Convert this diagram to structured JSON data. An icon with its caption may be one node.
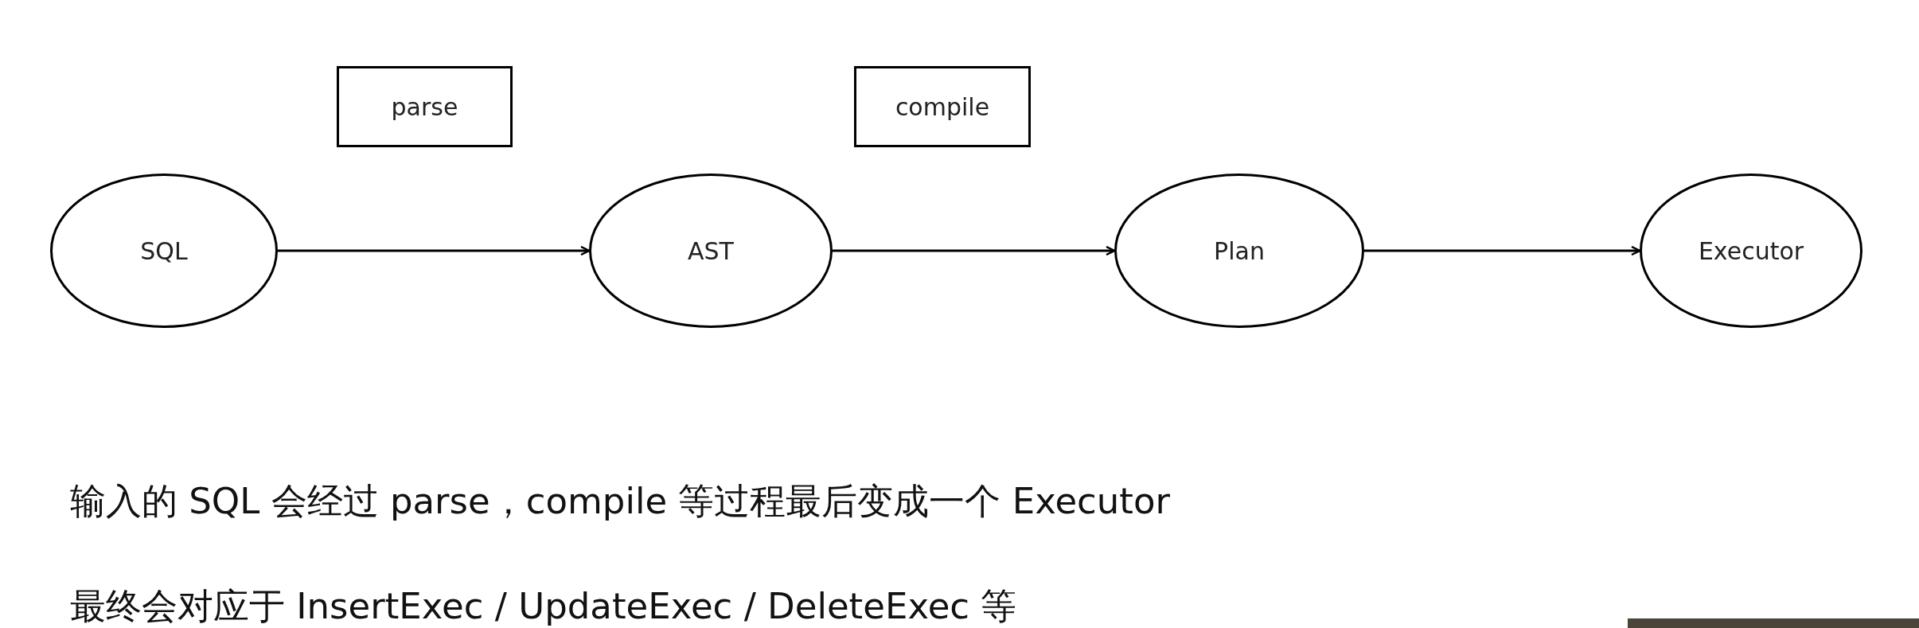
{
  "diagram": {
    "nodes": [
      {
        "text": [
          "parse"
        ]
      },
      {
        "text": [
          "compile"
        ]
      },
      {
        "text": [
          "SQL"
        ]
      },
      {
        "text": [
          "AST"
        ]
      },
      {
        "text": [
          "Plan"
        ]
      },
      {
        "text": [
          "Executor"
        ]
      }
    ],
    "edges": [
      {
        "from": 2,
        "to": 3,
        "arrow": "to"
      },
      {
        "from": 3,
        "to": 4,
        "arrow": "to"
      },
      {
        "from": 4,
        "to": 5,
        "arrow": "to"
      }
    ],
    "labels": [
      "输入的 SQL 会经过 parse，compile 等过程最后变成一个 Executor",
      "最终会对应于 InsertExec / UpdateExec / DeleteExec 等"
    ]
  }
}
